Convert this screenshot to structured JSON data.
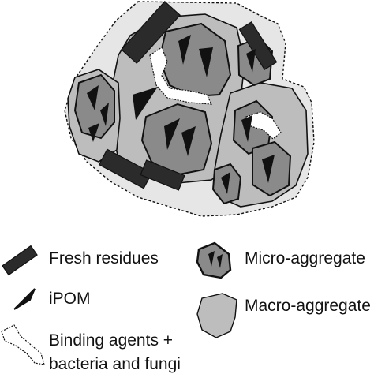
{
  "legend": {
    "fresh_residues": "Fresh residues",
    "ipom": "iPOM",
    "binding_agents_line1": "Binding agents +",
    "binding_agents_line2": "bacteria and fungi",
    "micro_aggregate": "Micro-aggregate",
    "macro_aggregate": "Macro-aggregate"
  },
  "colors": {
    "background": "#ffffff",
    "outline": "#111111",
    "outer_soil_fill": "#e6e6e6",
    "macro_aggregate_fill": "#bdbdbd",
    "micro_aggregate_fill": "#8a8a8a",
    "residue_fill": "#2b2b2b",
    "ipom_fill": "#111111",
    "binding_agent_fill": "#ffffff"
  }
}
